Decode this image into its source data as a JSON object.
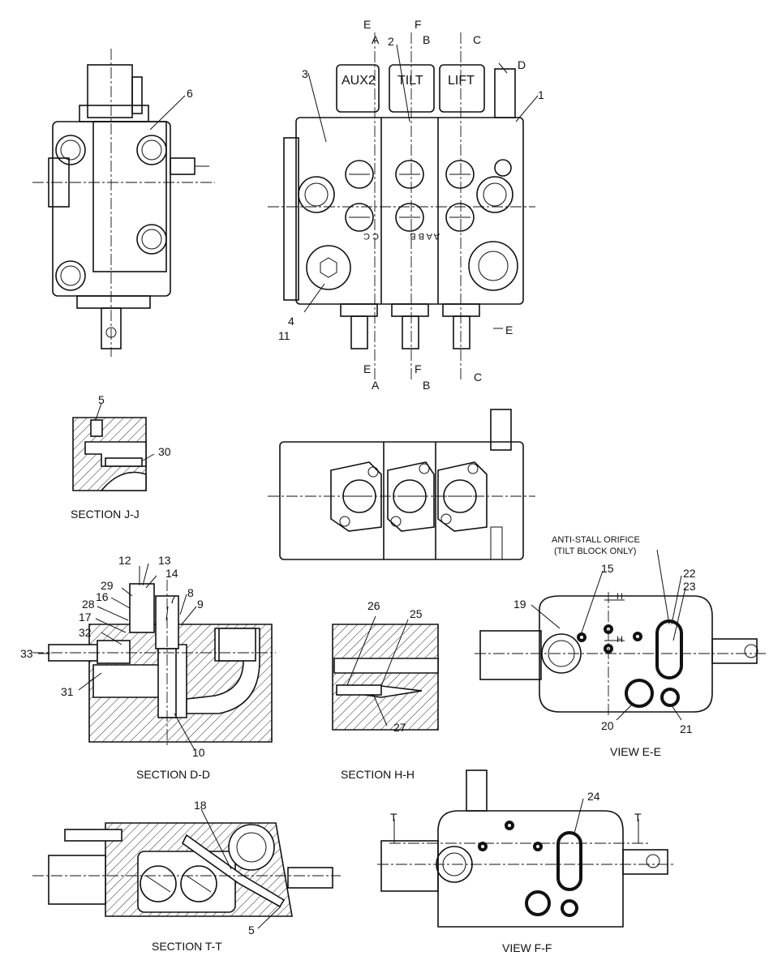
{
  "valve_tabs": [
    "AUX2",
    "TILT",
    "LIFT"
  ],
  "section_markers": {
    "top": [
      "E",
      "A",
      "F",
      "B",
      "C",
      "D"
    ],
    "bottom": [
      "E",
      "A",
      "F",
      "B",
      "C"
    ],
    "side": [
      "E"
    ]
  },
  "part_callouts": {
    "p1": "1",
    "p2": "2",
    "p3": "3",
    "p4": "4",
    "p5a": "5",
    "p5b": "5",
    "p6": "6",
    "p7": "7",
    "p8": "8",
    "p9": "9",
    "p10": "10",
    "p11": "11",
    "p12": "12",
    "p13": "13",
    "p14": "14",
    "p15": "15",
    "p16": "16",
    "p17": "17",
    "p18": "18",
    "p19": "19",
    "p20": "20",
    "p21": "21",
    "p22": "22",
    "p23": "23",
    "p24": "24",
    "p25": "25",
    "p26": "26",
    "p27": "27",
    "p28": "28",
    "p29": "29",
    "p30": "30",
    "p31": "31",
    "p32": "32",
    "p33": "33"
  },
  "view_markers": {
    "h_top": "H",
    "h_bottom": "H",
    "t_left": "T",
    "t_right": "T"
  },
  "notes": {
    "anti_stall_line1": "ANTI-STALL ORIFICE",
    "anti_stall_line2": "(TILT BLOCK ONLY)"
  },
  "captions": {
    "section_jj": "SECTION J-J",
    "section_dd": "SECTION D-D",
    "section_hh": "SECTION H-H",
    "view_ee": "VIEW E-E",
    "section_tt": "SECTION T-T",
    "view_ff": "VIEW F-F"
  },
  "block_marks": {
    "cc": "C C",
    "aabb": "A A B B"
  }
}
